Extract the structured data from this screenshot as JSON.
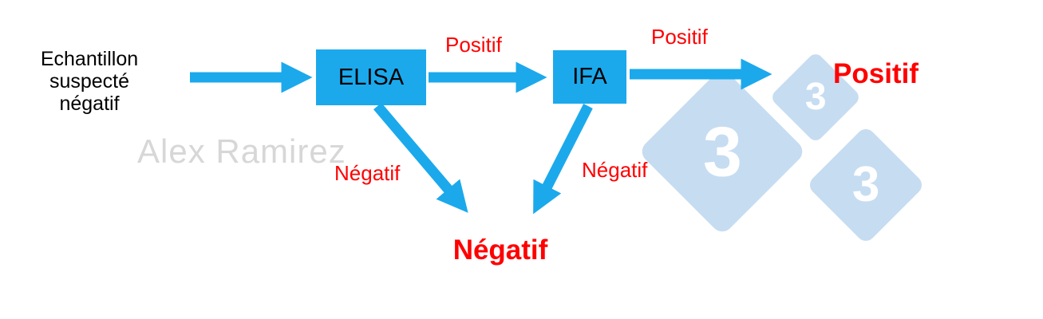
{
  "nodes": {
    "start": "Echantillon\nsuspecté\nnégatif",
    "elisa": "ELISA",
    "ifa": "IFA"
  },
  "edge_labels": {
    "elisa_to_ifa": "Positif",
    "ifa_to_positive": "Positif",
    "elisa_to_negative": "Négatif",
    "ifa_to_negative": "Négatif"
  },
  "outcomes": {
    "positive": "Positif",
    "negative": "Négatif"
  },
  "watermark": {
    "author": "Alex Ramirez",
    "badge_digit": "3"
  },
  "colors": {
    "accent_blue": "#1BA9EC",
    "label_red": "#FF0000",
    "diamond_blue": "#C6DCF1",
    "watermark_gray": "#D7D7D7"
  }
}
